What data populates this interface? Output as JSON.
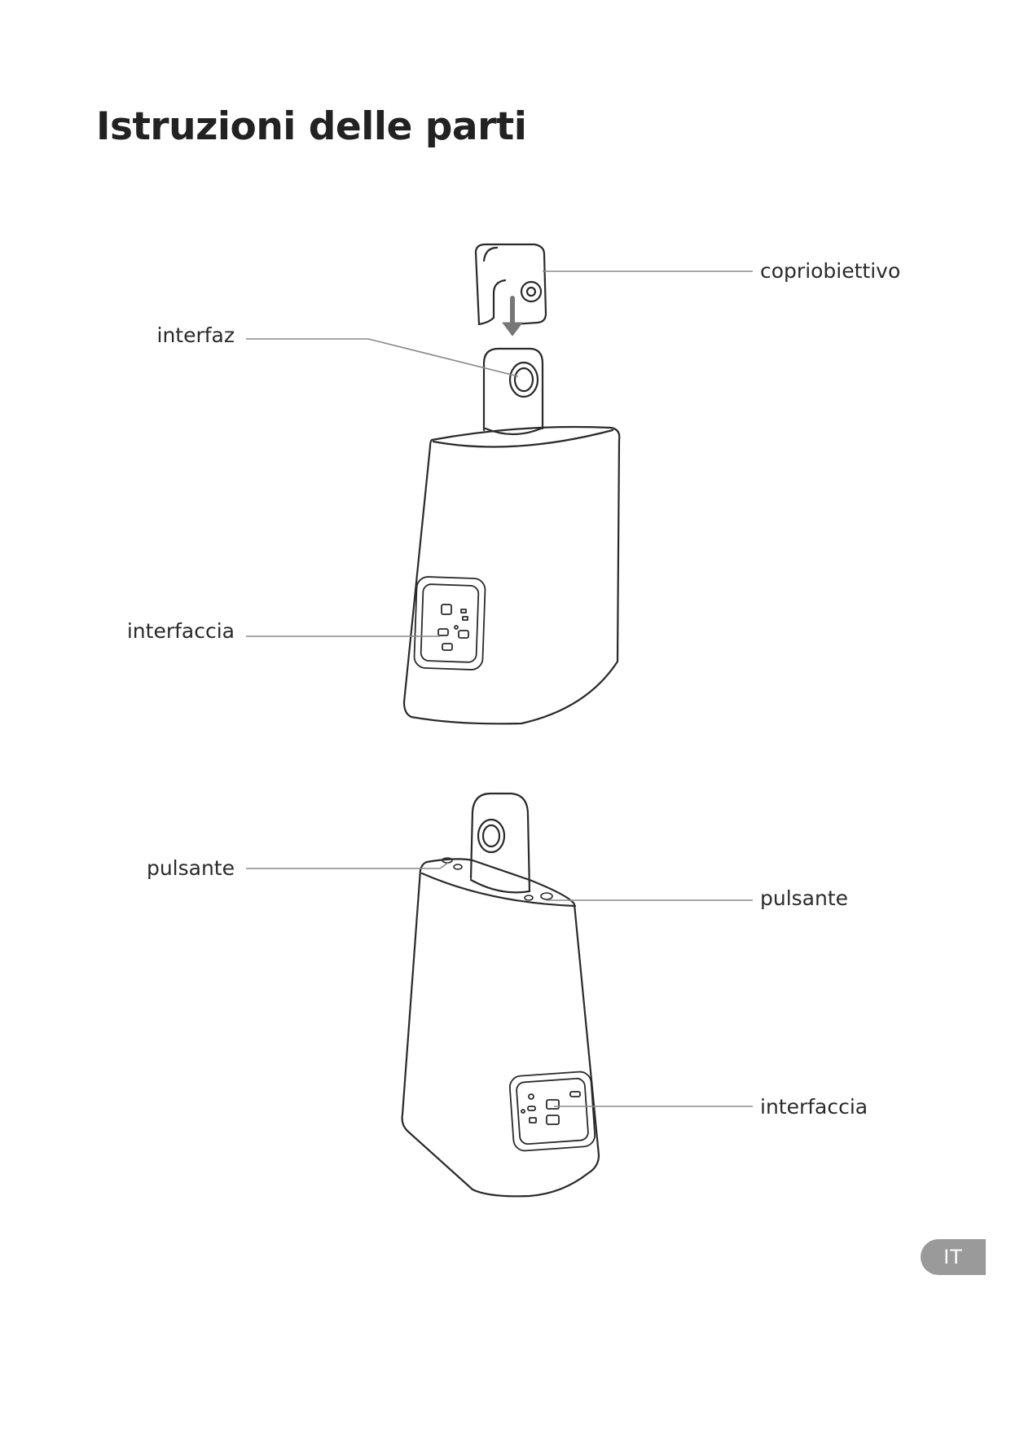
{
  "page": {
    "title": "Istruzioni delle parti"
  },
  "callouts": {
    "lens_cover": "copriobiettivo",
    "top_interface": "interfaz",
    "front_interface": "interfaccia",
    "left_button": "pulsante",
    "right_button": "pulsante",
    "back_interface": "interfaccia"
  },
  "language_tab": "IT",
  "colors": {
    "line": "#2a2a2a",
    "leader": "#8a8a8a",
    "tab": "#9a9a9a"
  }
}
